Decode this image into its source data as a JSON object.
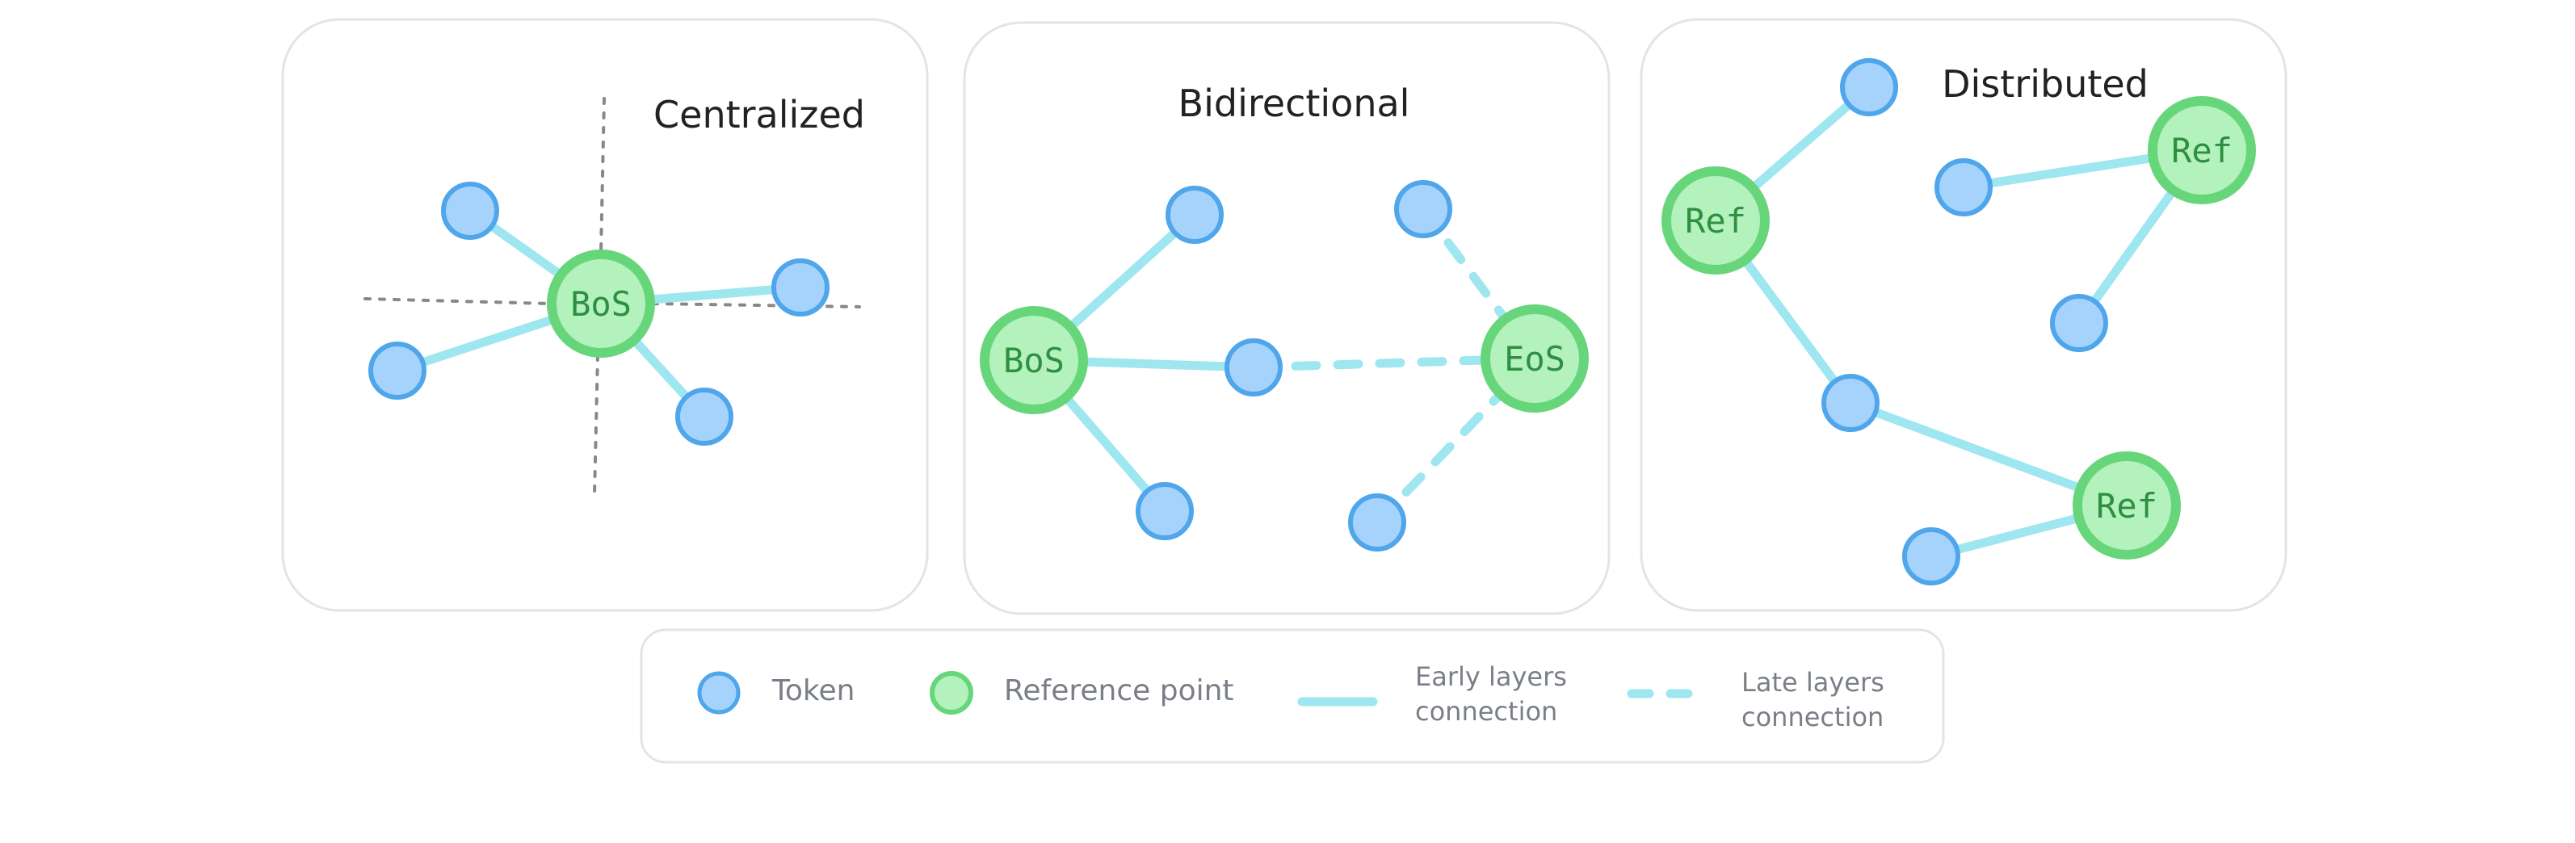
{
  "panels": [
    {
      "title": "Centralized",
      "reference_labels": [
        "BoS"
      ]
    },
    {
      "title": "Bidirectional",
      "reference_labels": [
        "BoS",
        "EoS"
      ]
    },
    {
      "title": "Distributed",
      "reference_labels": [
        "Ref",
        "Ref",
        "Ref"
      ]
    }
  ],
  "legend": {
    "token": "Token",
    "reference_point": "Reference point",
    "early_line1": "Early layers",
    "early_line2": "connection",
    "late_line1": "Late layers",
    "late_line2": "connection"
  },
  "colors": {
    "token_fill": "#a6d3fb",
    "token_stroke": "#4fa6ea",
    "reference_fill": "#b3f1bd",
    "reference_stroke": "#67d67a",
    "connection": "#9ee6f0"
  }
}
